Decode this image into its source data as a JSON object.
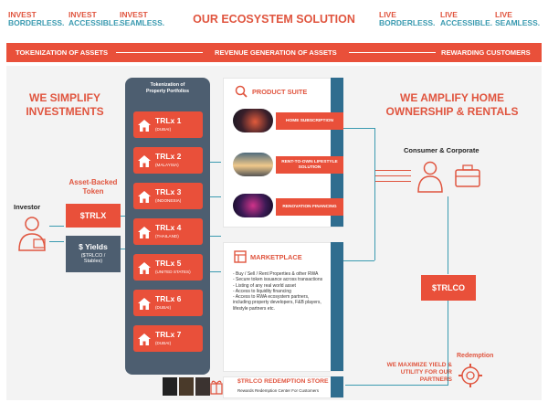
{
  "taglines_left": [
    {
      "l1": "INVEST",
      "l2": "BORDERLESS."
    },
    {
      "l1": "INVEST",
      "l2": "ACCESSIBLE."
    },
    {
      "l1": "INVEST",
      "l2": "SEAMLESS."
    }
  ],
  "taglines_right": [
    {
      "l1": "LIVE",
      "l2": "BORDERLESS."
    },
    {
      "l1": "LIVE",
      "l2": "ACCESSIBLE."
    },
    {
      "l1": "LIVE",
      "l2": "SEAMLESS."
    }
  ],
  "title": "OUR ECOSYSTEM SOLUTION",
  "banner": {
    "left": "TOKENIZATION OF ASSETS",
    "center": "REVENUE GENERATION OF ASSETS",
    "right": "REWARDING CUSTOMERS"
  },
  "left_heading": [
    "WE SIMPLIFY",
    "INVESTMENTS"
  ],
  "right_heading": [
    "WE AMPLIFY HOME",
    "OWNERSHIP & RENTALS"
  ],
  "investor": "Investor",
  "asset_backed": [
    "Asset-Backed",
    "Token"
  ],
  "trlx_token": "$TRLX",
  "yields": [
    "$ Yields",
    "($TRLCO /",
    "Stables)"
  ],
  "portfolio_title": [
    "Tokenization of",
    "Property Portfolios"
  ],
  "trlx_items": [
    {
      "name": "TRLx 1",
      "country": "(DUBAI)"
    },
    {
      "name": "TRLx 2",
      "country": "(MALAYSIA)"
    },
    {
      "name": "TRLx 3",
      "country": "(INDONESIA)"
    },
    {
      "name": "TRLx 4",
      "country": "(THAILAND)"
    },
    {
      "name": "TRLx 5",
      "country": "(UNITED STATES)"
    },
    {
      "name": "TRLx 6",
      "country": "(DUBAI)"
    },
    {
      "name": "TRLx 7",
      "country": "(DUBAI)"
    }
  ],
  "product_suite": {
    "title": "PRODUCT SUITE",
    "items": [
      "HOME SUBSCRIPTION",
      "RENT-TO-OWN LIFESTYLE SOLUTION",
      "RENOVATION FINANCING"
    ]
  },
  "marketplace": {
    "title": "MARKETPLACE",
    "items": [
      "- Buy / Sell / Rent Properties & other RWA",
      "- Secure token issuance across transactions",
      "- Listing of any real world asset",
      "- Access to liquidity financing",
      "- Access to RWA ecosystem partners,",
      "including property developers, F&B players,",
      "lifestyle partners etc."
    ]
  },
  "consumer": "Consumer & Corporate",
  "trlco": "$TRLCO",
  "redemption": "Redemption",
  "maximize": [
    "WE MAXIMIZE YIELD &",
    "UTILITY FOR OUR PARTNERS"
  ],
  "store": {
    "title": "$TRLCO REDEMPTION STORE",
    "subtitle": "Rewards Redemption Center For Customers"
  },
  "colors": {
    "accent": "#e9503a",
    "teal": "#3a9ab0",
    "navy": "#4d5e70",
    "sidebar": "#2f6d8f"
  }
}
